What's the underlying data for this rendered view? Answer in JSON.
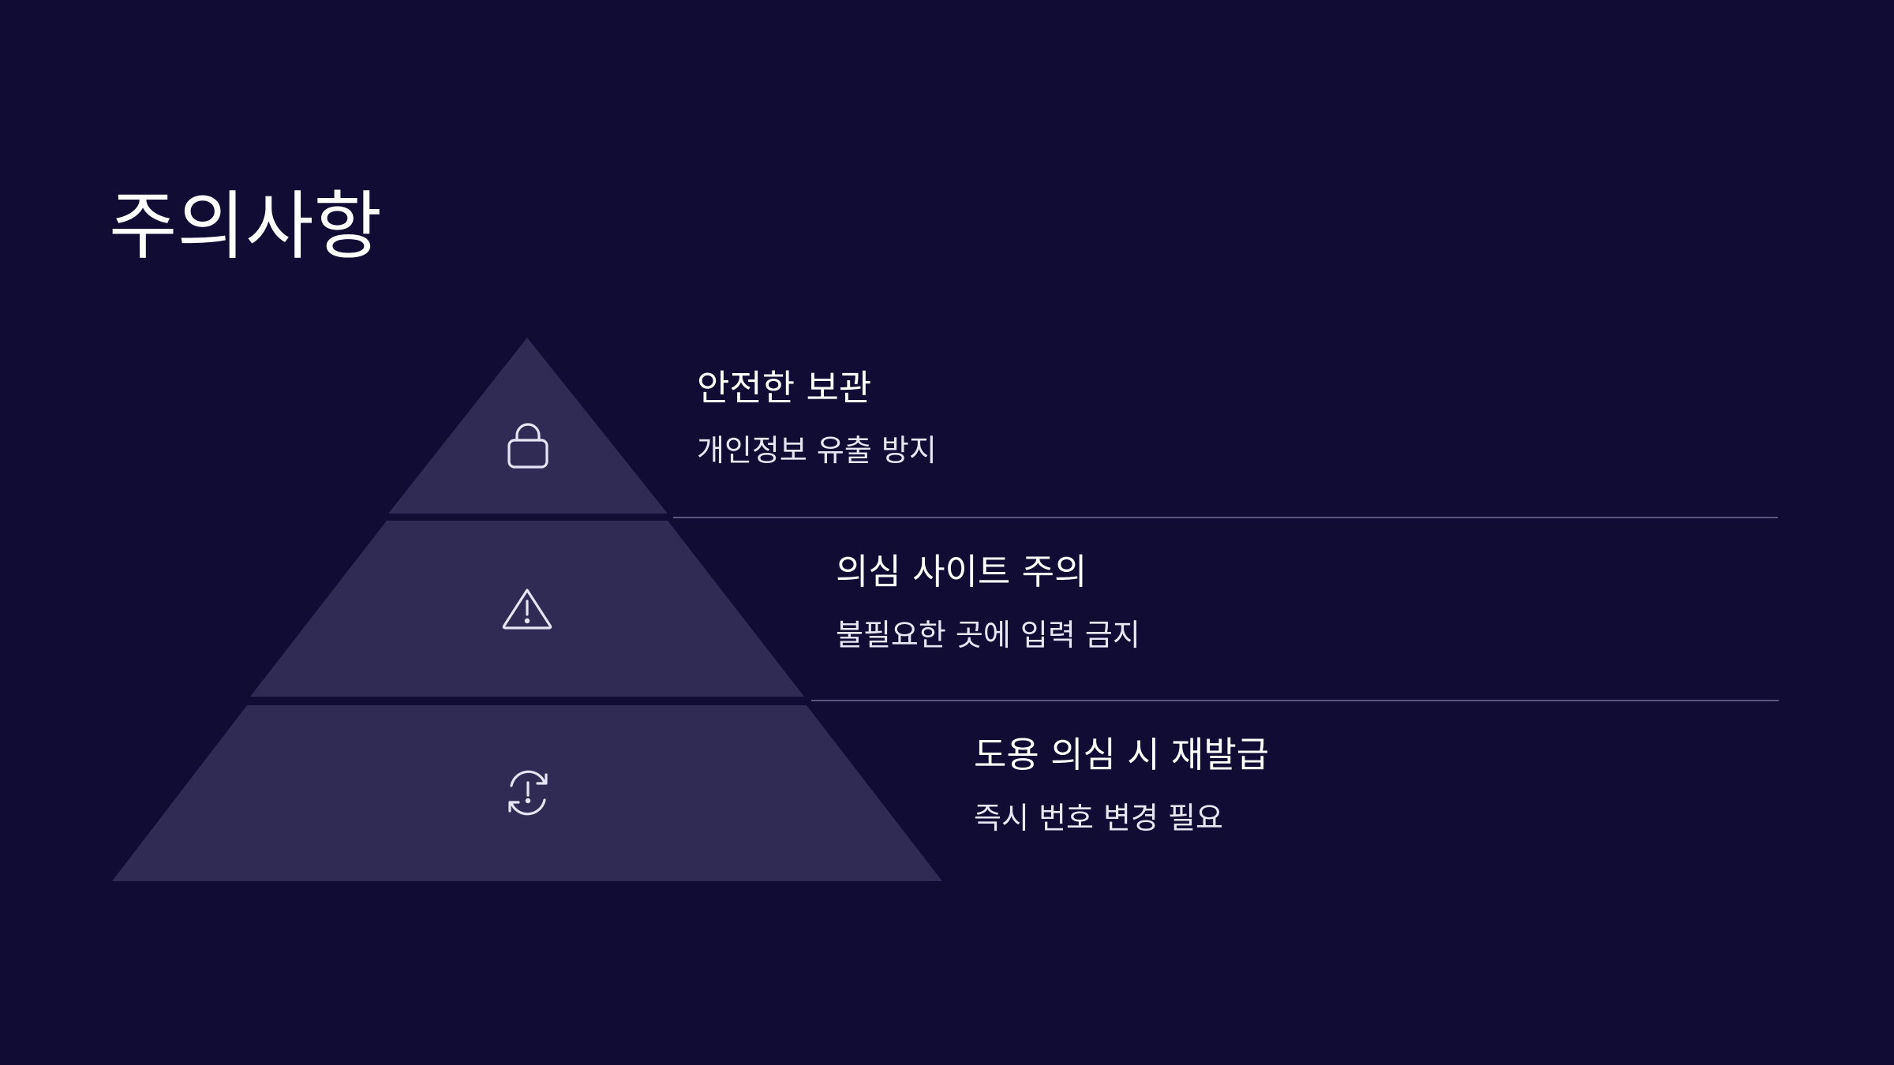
{
  "slide": {
    "title": "주의사항"
  },
  "colors": {
    "background": "#100c33",
    "tier_fill": "#2f2b55",
    "divider": "#5a5680",
    "icon_stroke": "#e6e4f5"
  },
  "tiers": [
    {
      "icon": "lock-icon",
      "title": "안전한 보관",
      "description": "개인정보 유출 방지"
    },
    {
      "icon": "warning-icon",
      "title": "의심 사이트 주의",
      "description": "불필요한 곳에 입력 금지"
    },
    {
      "icon": "refresh-alert-icon",
      "title": "도용 의심 시 재발급",
      "description": "즉시 번호 변경 필요"
    }
  ]
}
